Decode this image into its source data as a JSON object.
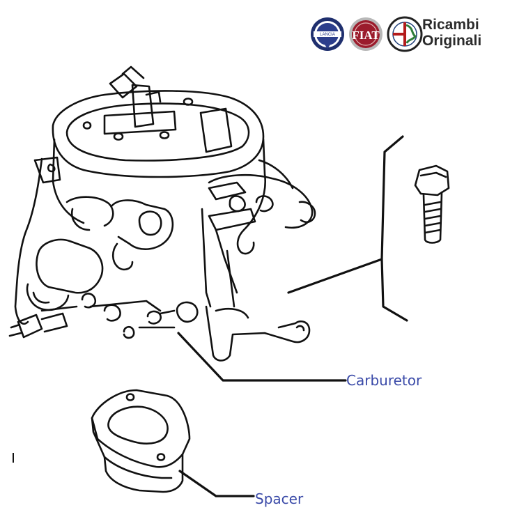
{
  "brand": {
    "logos": [
      "Lancia",
      "Fiat",
      "Alfa Romeo"
    ],
    "text_line1": "Ricambi",
    "text_line2": "Originali"
  },
  "labels": {
    "carburetor": "Carburetor",
    "spacer": "Spacer"
  },
  "colors": {
    "label_text": "#3a4aa8",
    "line_art": "#111111",
    "lancia_blue": "#2c3e8c",
    "fiat_red": "#9b1c2c",
    "alfa_green": "#2e7d3a"
  }
}
